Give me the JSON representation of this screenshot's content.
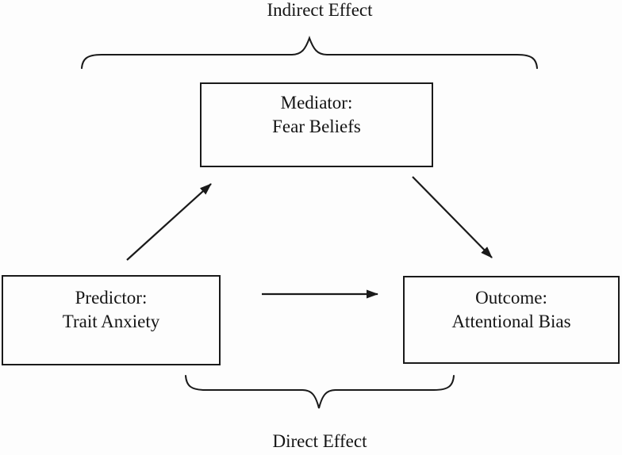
{
  "diagram": {
    "type": "mediation-path-diagram",
    "labels": {
      "indirect_effect": "Indirect Effect",
      "direct_effect": "Direct Effect"
    },
    "nodes": {
      "mediator": {
        "role": "Mediator:",
        "name": "Fear Beliefs"
      },
      "predictor": {
        "role": "Predictor:",
        "name": "Trait Anxiety"
      },
      "outcome": {
        "role": "Outcome:",
        "name": "Attentional Bias"
      }
    },
    "edges": [
      {
        "from": "predictor",
        "to": "mediator",
        "style": "arrow"
      },
      {
        "from": "mediator",
        "to": "outcome",
        "style": "arrow"
      },
      {
        "from": "predictor",
        "to": "outcome",
        "style": "arrow"
      }
    ],
    "braces": [
      {
        "position": "top",
        "label": "Indirect Effect"
      },
      {
        "position": "bottom",
        "label": "Direct Effect"
      }
    ],
    "colors": {
      "stroke": "#1a1a1a",
      "background": "#fdfdfd",
      "node_fill": "#fdfdfd"
    }
  }
}
